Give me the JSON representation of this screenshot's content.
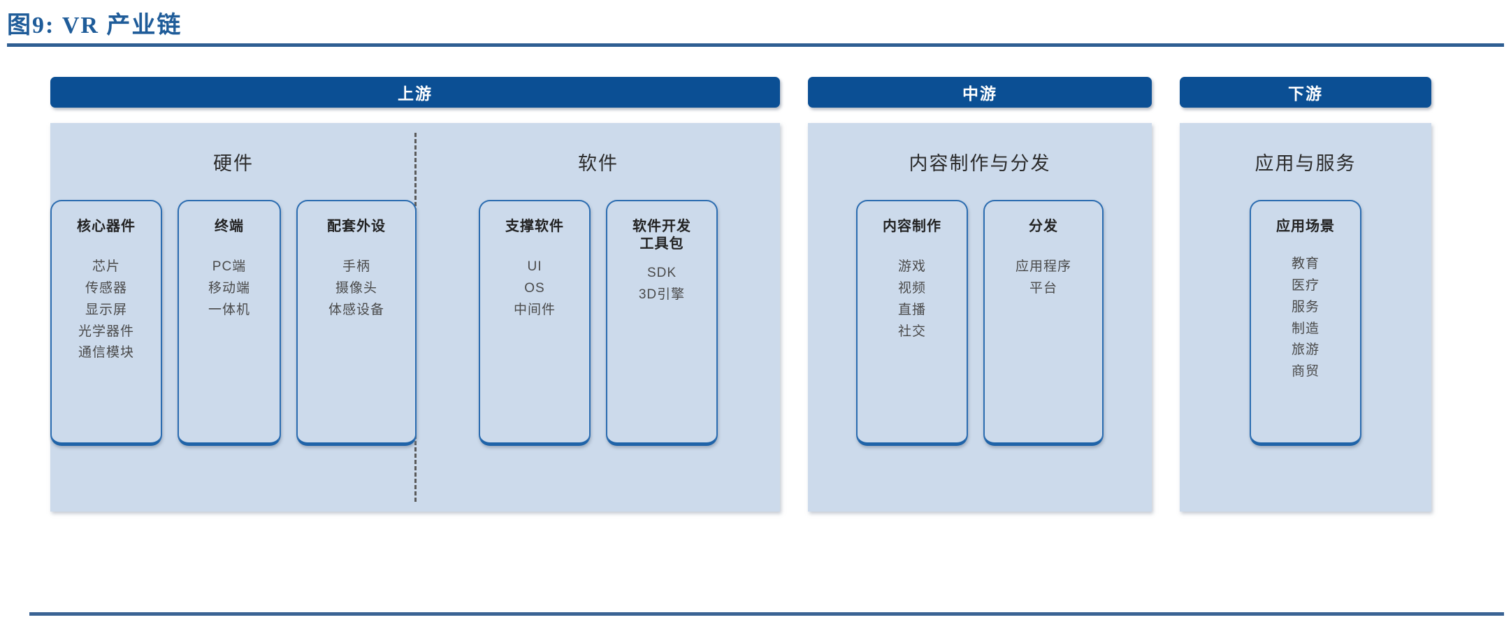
{
  "figure": {
    "title": "图9: VR 产业链"
  },
  "colors": {
    "title_text": "#1F5C99",
    "rule": "#2E5E92",
    "stage_bar": "#0B4F94",
    "panel_bg": "#CCDAEB",
    "card_border": "#2B6CB0",
    "card_text": "#4A4A4A"
  },
  "chain": {
    "stages": [
      {
        "id": "upstream",
        "label": "上游",
        "groups": [
          {
            "id": "hardware",
            "title": "硬件",
            "cards": [
              {
                "id": "core-components",
                "title": "核心器件",
                "items": [
                  "芯片",
                  "传感器",
                  "显示屏",
                  "光学器件",
                  "通信模块"
                ]
              },
              {
                "id": "terminal",
                "title": "终端",
                "items": [
                  "PC端",
                  "移动端",
                  "一体机"
                ]
              },
              {
                "id": "peripherals",
                "title": "配套外设",
                "items": [
                  "手柄",
                  "摄像头",
                  "体感设备"
                ]
              }
            ]
          },
          {
            "id": "software",
            "title": "软件",
            "cards": [
              {
                "id": "support-software",
                "title": "支撑软件",
                "items": [
                  "UI",
                  "OS",
                  "中间件"
                ]
              },
              {
                "id": "sdk",
                "title": "软件开发\n工具包",
                "items": [
                  "SDK",
                  "3D引擎"
                ]
              }
            ]
          }
        ]
      },
      {
        "id": "midstream",
        "label": "中游",
        "groups": [
          {
            "id": "content-production-distribution",
            "title": "内容制作与分发",
            "cards": [
              {
                "id": "content-production",
                "title": "内容制作",
                "items": [
                  "游戏",
                  "视频",
                  "直播",
                  "社交"
                ]
              },
              {
                "id": "distribution",
                "title": "分发",
                "items": [
                  "应用程序",
                  "平台"
                ]
              }
            ]
          }
        ]
      },
      {
        "id": "downstream",
        "label": "下游",
        "groups": [
          {
            "id": "application-service",
            "title": "应用与服务",
            "cards": [
              {
                "id": "application-scenarios",
                "title": "应用场景",
                "items": [
                  "教育",
                  "医疗",
                  "服务",
                  "制造",
                  "旅游",
                  "商贸"
                ]
              }
            ]
          }
        ]
      }
    ]
  }
}
